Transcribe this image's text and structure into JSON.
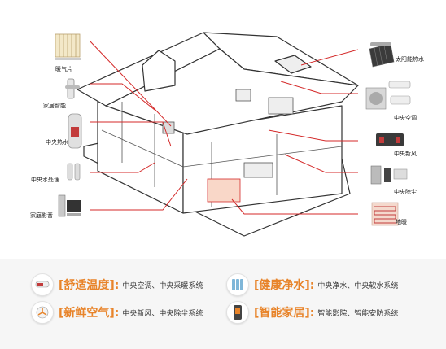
{
  "callouts_left": [
    {
      "label": "暖气片",
      "icon": "radiator-icon"
    },
    {
      "label": "家居智能",
      "icon": "smart-lock-icon"
    },
    {
      "label": "中央热水",
      "icon": "water-heater-icon"
    },
    {
      "label": "中央水处理",
      "icon": "water-treatment-icon"
    },
    {
      "label": "家庭影音",
      "icon": "home-theater-icon"
    }
  ],
  "callouts_right": [
    {
      "label": "太阳能热水",
      "icon": "solar-water-heater-icon"
    },
    {
      "label": "中央空调",
      "icon": "central-ac-icon"
    },
    {
      "label": "中央新风",
      "icon": "fresh-air-icon"
    },
    {
      "label": "中央除尘",
      "icon": "central-vacuum-icon"
    },
    {
      "label": "地暖",
      "icon": "floor-heating-icon"
    }
  ],
  "features": [
    {
      "title": "[舒适温度]:",
      "desc": "中央空调、中央采暖系统",
      "icon": "thermometer-icon"
    },
    {
      "title": "[健康净水]:",
      "desc": "中央净水、中央软水系统",
      "icon": "water-purifier-icon"
    },
    {
      "title": "[新鲜空气]:",
      "desc": "中央新风、中央除尘系统",
      "icon": "fan-icon"
    },
    {
      "title": "[智能家居]:",
      "desc": "智能影院、智能安防系统",
      "icon": "smart-panel-icon"
    }
  ],
  "colors": {
    "accent": "#e8842a",
    "leader_line": "#d42a2a",
    "house_line": "#333333"
  }
}
